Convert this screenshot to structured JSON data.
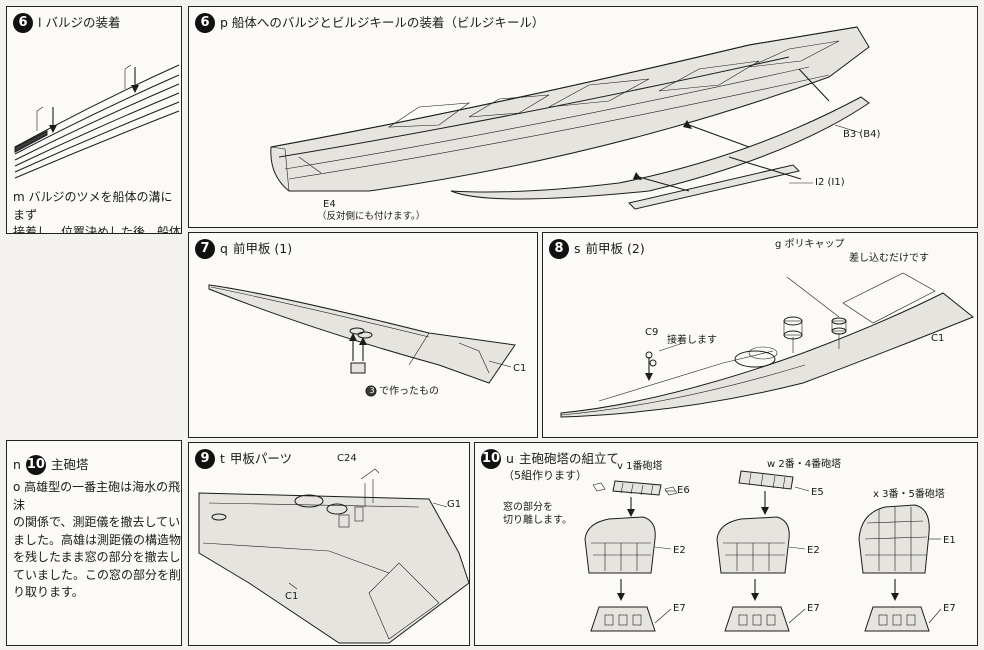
{
  "panels": {
    "p6a": {
      "step": "6",
      "title": "l バルジの装着",
      "note": "m バルジのツメを船体の溝にまず\n接着し、位置決めした後、船体\nへ接着します。ビルジキールも\n同じく溝に合わせます。"
    },
    "p6b": {
      "step": "6",
      "title": "p 船体へのバルジとビルジキールの装着（ビルジキール）",
      "labels": {
        "b3": "B3 (B4)",
        "i2": "I2 (I1)",
        "e4": "E4",
        "e4_note": "（反対側にも付けます。）"
      }
    },
    "p7": {
      "step": "7",
      "prefix": "q",
      "title": "前甲板 (1)",
      "labels": {
        "c1": "C1",
        "made": "で作ったもの",
        "made_num": "3"
      }
    },
    "p8": {
      "step": "8",
      "prefix": "s",
      "title": "前甲板 (2)",
      "labels": {
        "poly": "g ポリキャップ",
        "insert": "差し込むだけです",
        "c9": "C9",
        "glue": "接着します",
        "c1": "C1"
      }
    },
    "p10a": {
      "prefix": "n",
      "step": "10",
      "title": "主砲塔",
      "note": "o 高雄型の一番主砲は海水の飛沫\nの関係で、測距儀を撤去してい\nました。高雄は測距儀の構造物\nを残したまま窓の部分を撤去し\nていました。この窓の部分を削\nり取ります。"
    },
    "p9": {
      "step": "9",
      "prefix": "t",
      "title": "甲板パーツ",
      "labels": {
        "c24": "C24",
        "g1": "G1",
        "c1": "C1"
      }
    },
    "p10b": {
      "step": "10",
      "prefix": "u",
      "title": "主砲砲塔の組立て",
      "subtitle": "（5組作ります）",
      "labels": {
        "v": "v 1番砲塔",
        "w": "w 2番・4番砲塔",
        "x": "x 3番・5番砲塔",
        "window": "窓の部分を\n切り離します。",
        "e6": "E6",
        "e5": "E5",
        "e2a": "E2",
        "e2b": "E2",
        "e1": "E1",
        "e7a": "E7",
        "e7b": "E7",
        "e7c": "E7"
      }
    }
  }
}
